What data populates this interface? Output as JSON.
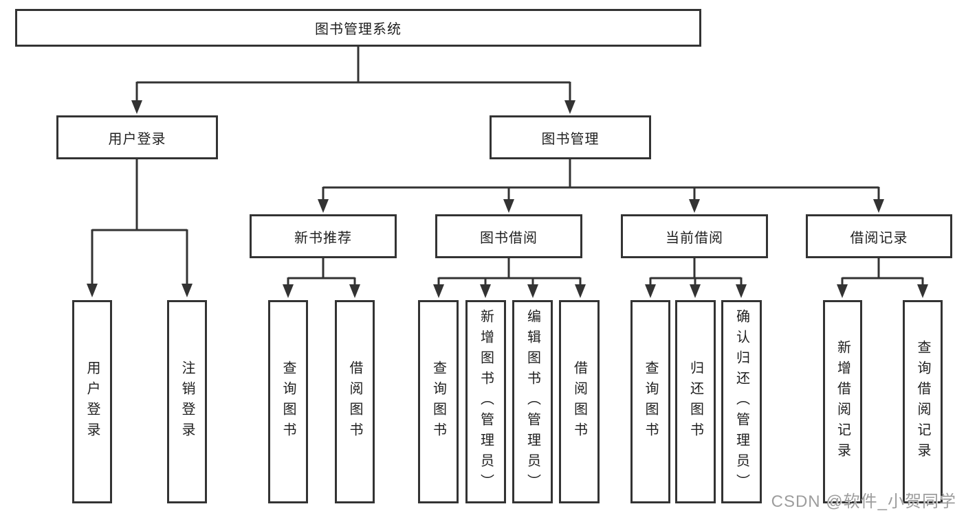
{
  "tree": {
    "root": "图书管理系统",
    "branches": [
      {
        "label": "用户登录",
        "children": [
          "用户登录",
          "注销登录"
        ]
      },
      {
        "label": "图书管理",
        "groups": [
          {
            "label": "新书推荐",
            "children": [
              "查询图书",
              "借阅图书"
            ]
          },
          {
            "label": "图书借阅",
            "children": [
              "查询图书",
              "新增图书（管理员）",
              "编辑图书（管理员）",
              "借阅图书"
            ]
          },
          {
            "label": "当前借阅",
            "children": [
              "查询图书",
              "归还图书",
              "确认归还（管理员）"
            ]
          },
          {
            "label": "借阅记录",
            "children": [
              "新增借阅记录",
              "查询借阅记录"
            ]
          }
        ]
      }
    ]
  },
  "watermark": "CSDN @软件_小贺同学",
  "colors": {
    "line": "#333333",
    "text": "#1f1f1f",
    "background": "#ffffff",
    "watermark": "#9d9d9d"
  }
}
